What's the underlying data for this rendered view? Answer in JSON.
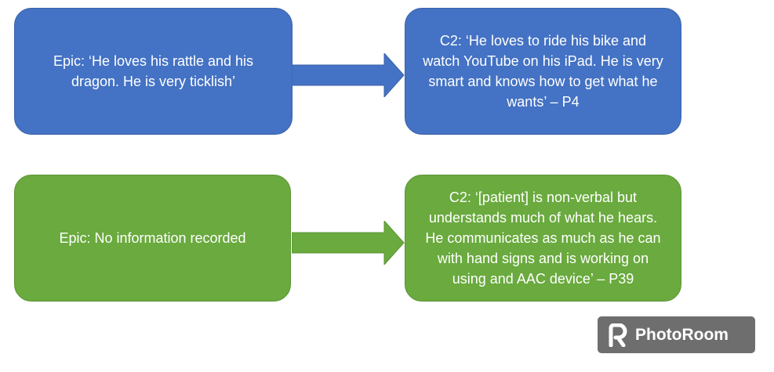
{
  "rows": [
    {
      "epic_text": "Epic: ‘He loves his rattle and his dragon. He is very ticklish’",
      "c2_text": "C2: ‘He loves to ride his bike and watch YouTube on his iPad. He is very smart and knows how to get what he wants’ – P4",
      "color": "#4472c4"
    },
    {
      "epic_text": "Epic: No information recorded",
      "c2_text": "C2: ‘[patient] is non-verbal but understands much of what he hears. He communicates as much as he can with hand signs and is working on using and AAC device’ – P39",
      "color": "#6aaa3e"
    }
  ],
  "watermark": {
    "text": "PhotoRoom",
    "color": "#6e6e6e"
  }
}
